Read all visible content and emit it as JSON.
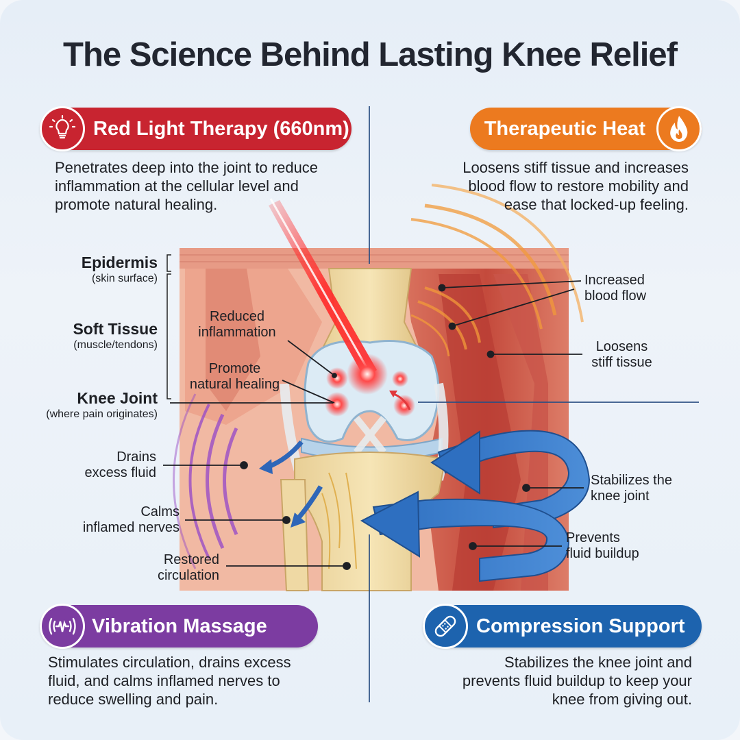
{
  "title": "The Science Behind Lasting Knee Relief",
  "colors": {
    "red": "#c82430",
    "orange": "#ec7a1f",
    "purple": "#7c3ca1",
    "blue": "#1d63ae",
    "divider": "#2a4f82"
  },
  "sections": {
    "red_light": {
      "label": "Red Light Therapy (660nm)",
      "icon": "lightbulb-icon",
      "lines": [
        "Penetrates deep into the joint to reduce",
        "inflammation at the cellular level and",
        "promote natural healing."
      ]
    },
    "heat": {
      "label": "Therapeutic Heat",
      "icon": "flame-icon",
      "lines": [
        "Loosens stiff tissue and increases",
        "blood flow to restore mobility and",
        "ease that locked-up feeling."
      ]
    },
    "vibration": {
      "label": "Vibration Massage",
      "icon": "vibration-wave-icon",
      "lines": [
        "Stimulates circulation, drains excess",
        "fluid, and calms inflamed nerves to",
        "reduce swelling and pain."
      ]
    },
    "compression": {
      "label": "Compression Support",
      "icon": "bandage-icon",
      "lines": [
        "Stabilizes the knee joint and",
        "prevents fluid buildup to keep your",
        "knee from giving out."
      ]
    }
  },
  "layers": {
    "epidermis": {
      "name": "Epidermis",
      "sub": "(skin surface)"
    },
    "soft_tissue": {
      "name": "Soft Tissue",
      "sub": "(muscle/tendons)"
    },
    "knee_joint": {
      "name": "Knee Joint",
      "sub": "(where pain originates)"
    }
  },
  "callouts": {
    "reduced_inflammation": [
      "Reduced",
      "inflammation"
    ],
    "promote_healing": [
      "Promote",
      "natural healing"
    ],
    "increased_blood_flow": [
      "Increased",
      "blood flow"
    ],
    "loosens_tissue": [
      "Loosens",
      "stiff tissue"
    ],
    "drains_fluid": [
      "Drains",
      "excess fluid"
    ],
    "calms_nerves": [
      "Calms",
      "inflamed nerves"
    ],
    "restored_circulation": [
      "Restored",
      "circulation"
    ],
    "stabilizes_knee": [
      "Stabilizes the",
      "knee joint"
    ],
    "prevents_buildup": [
      "Prevents",
      "fluid buildup"
    ]
  }
}
